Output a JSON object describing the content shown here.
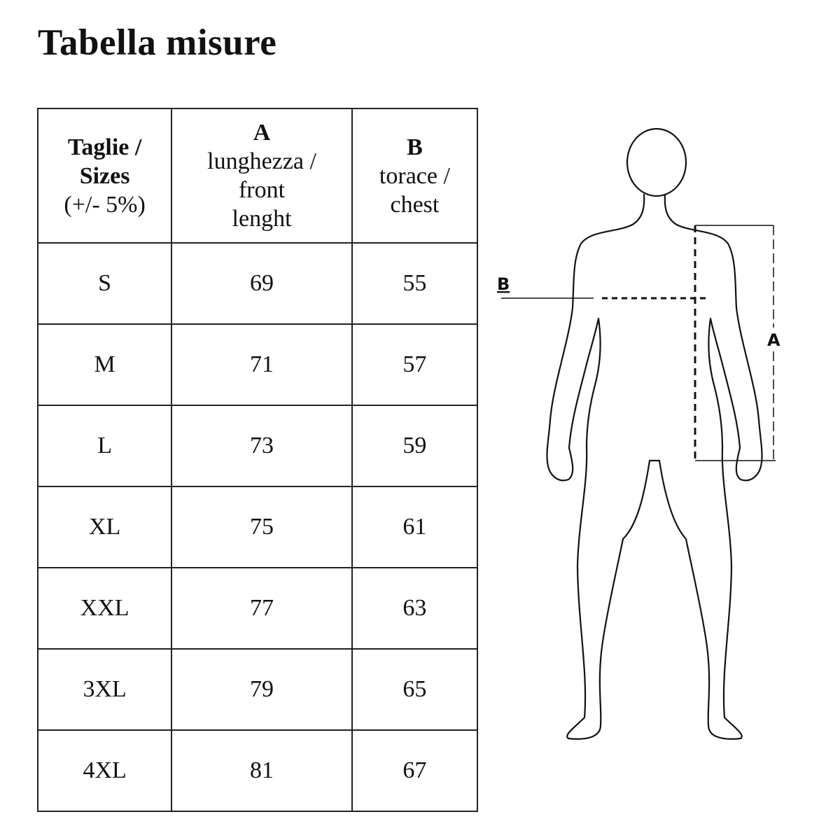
{
  "title": "Tabella misure",
  "table": {
    "header": {
      "size_col": [
        "Taglie /",
        "Sizes",
        "(+/- 5%)"
      ],
      "col_a": [
        "A",
        "lunghezza /",
        "front",
        "lenght"
      ],
      "col_b": [
        "B",
        "torace /",
        "chest"
      ]
    },
    "rows": [
      {
        "size": "S",
        "a": "69",
        "b": "55"
      },
      {
        "size": "M",
        "a": "71",
        "b": "57"
      },
      {
        "size": "L",
        "a": "73",
        "b": "59"
      },
      {
        "size": "XL",
        "a": "75",
        "b": "61"
      },
      {
        "size": "XXL",
        "a": "77",
        "b": "63"
      },
      {
        "size": "3XL",
        "a": "79",
        "b": "65"
      },
      {
        "size": "4XL",
        "a": "81",
        "b": "67"
      }
    ]
  },
  "diagram": {
    "label_a": "A",
    "label_b": "B"
  }
}
